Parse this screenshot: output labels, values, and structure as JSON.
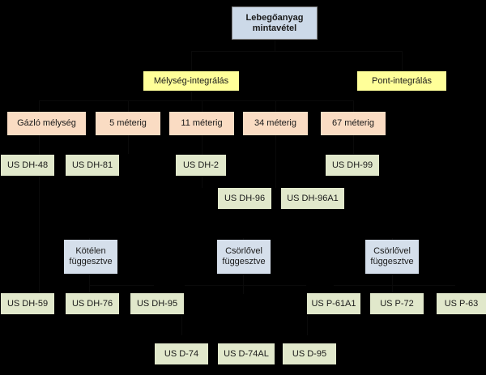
{
  "diagram": {
    "title": "Lebegőanyag mintavétel",
    "background_color": "#000000",
    "colors": {
      "root": "#ccd9e8",
      "method": "#ffff99",
      "depth": "#fadcc3",
      "device": "#e1e8cb",
      "suspension": "#d5dfeb",
      "text": "#1a1a1a",
      "edge": "#0a0a0a"
    },
    "root": {
      "label": "Lebegőanyag\nmintavétel"
    },
    "methods": [
      {
        "label": "Mélység-integrálás"
      },
      {
        "label": "Pont-integrálás"
      }
    ],
    "depths": [
      {
        "label": "Gázló mélység"
      },
      {
        "label": "5 méterig"
      },
      {
        "label": "11 méterig"
      },
      {
        "label": "34 méterig"
      },
      {
        "label": "67 méterig"
      }
    ],
    "devices_row1": [
      {
        "label": "US DH-48"
      },
      {
        "label": "US DH-81"
      },
      {
        "label": "US DH-2"
      },
      {
        "label": "US DH-99"
      }
    ],
    "devices_row2": [
      {
        "label": "US DH-96"
      },
      {
        "label": "US DH-96A1"
      }
    ],
    "suspensions": [
      {
        "label": "Kötélen\nfüggesztve"
      },
      {
        "label": "Csörlővel\nfüggesztve"
      },
      {
        "label": "Csörlővel\nfüggesztve"
      }
    ],
    "devices_row3": [
      {
        "label": "US DH-59"
      },
      {
        "label": "US DH-76"
      },
      {
        "label": "US DH-95"
      },
      {
        "label": "US P-61A1"
      },
      {
        "label": "US P-72"
      },
      {
        "label": "US P-63"
      }
    ],
    "devices_row4": [
      {
        "label": "US D-74"
      },
      {
        "label": "US D-74AL"
      },
      {
        "label": "US D-95"
      }
    ]
  }
}
